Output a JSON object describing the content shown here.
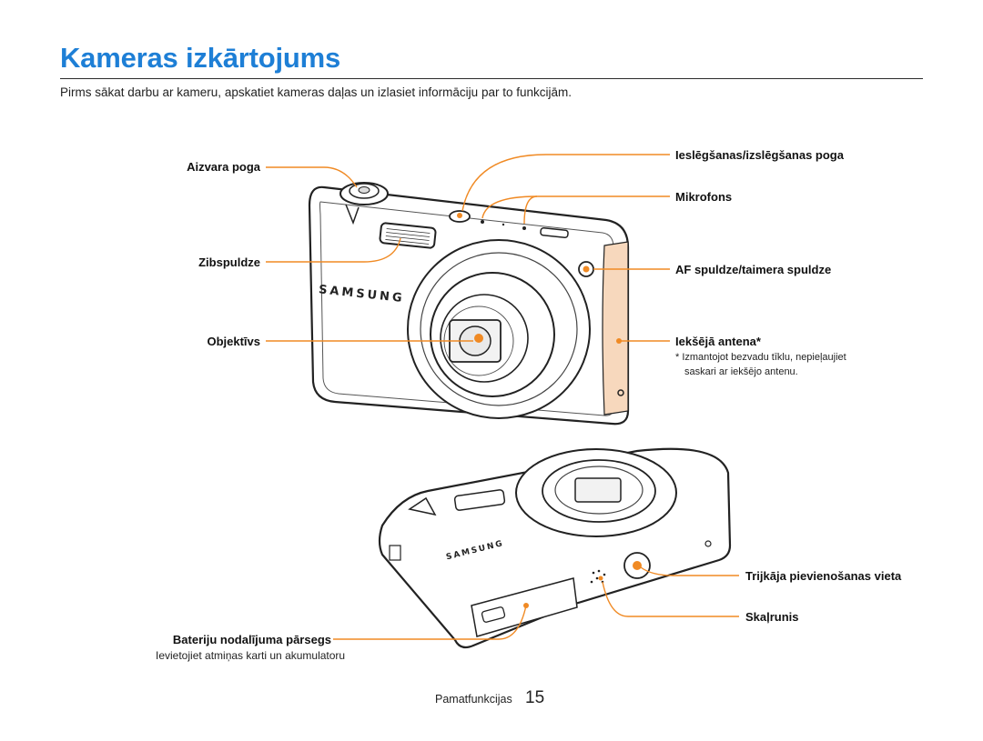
{
  "page": {
    "title": "Kameras izkārtojums",
    "intro": "Pirms sākat darbu ar kameru, apskatiet kameras daļas un izlasiet informāciju par to funkcijām.",
    "footer_label": "Pamatfunkcijas",
    "page_number": "15"
  },
  "front_labels": {
    "shutter": "Aizvara poga",
    "flash": "Zibspuldze",
    "lens": "Objektīvs",
    "power": "Ieslēgšanas/izslēgšanas poga",
    "mic": "Mikrofons",
    "af_lamp": "AF spuldze/taimera spuldze",
    "antenna": "Iekšējā antena*",
    "antenna_note_line1": "* Izmantojot bezvadu tīklu, nepieļaujiet",
    "antenna_note_line2": "saskari ar iekšējo antenu."
  },
  "bottom_labels": {
    "tripod": "Trijkāja pievienošanas vieta",
    "speaker": "Skaļrunis",
    "battery_cover": "Bateriju nodalījuma pārsegs",
    "battery_note": "Ievietojiet atmiņas karti un akumulatoru"
  },
  "brand_text": "SAMSUNG",
  "colors": {
    "title": "#1e7fd6",
    "callout": "#f08a24",
    "antenna_panel": "#f7d8bd"
  }
}
